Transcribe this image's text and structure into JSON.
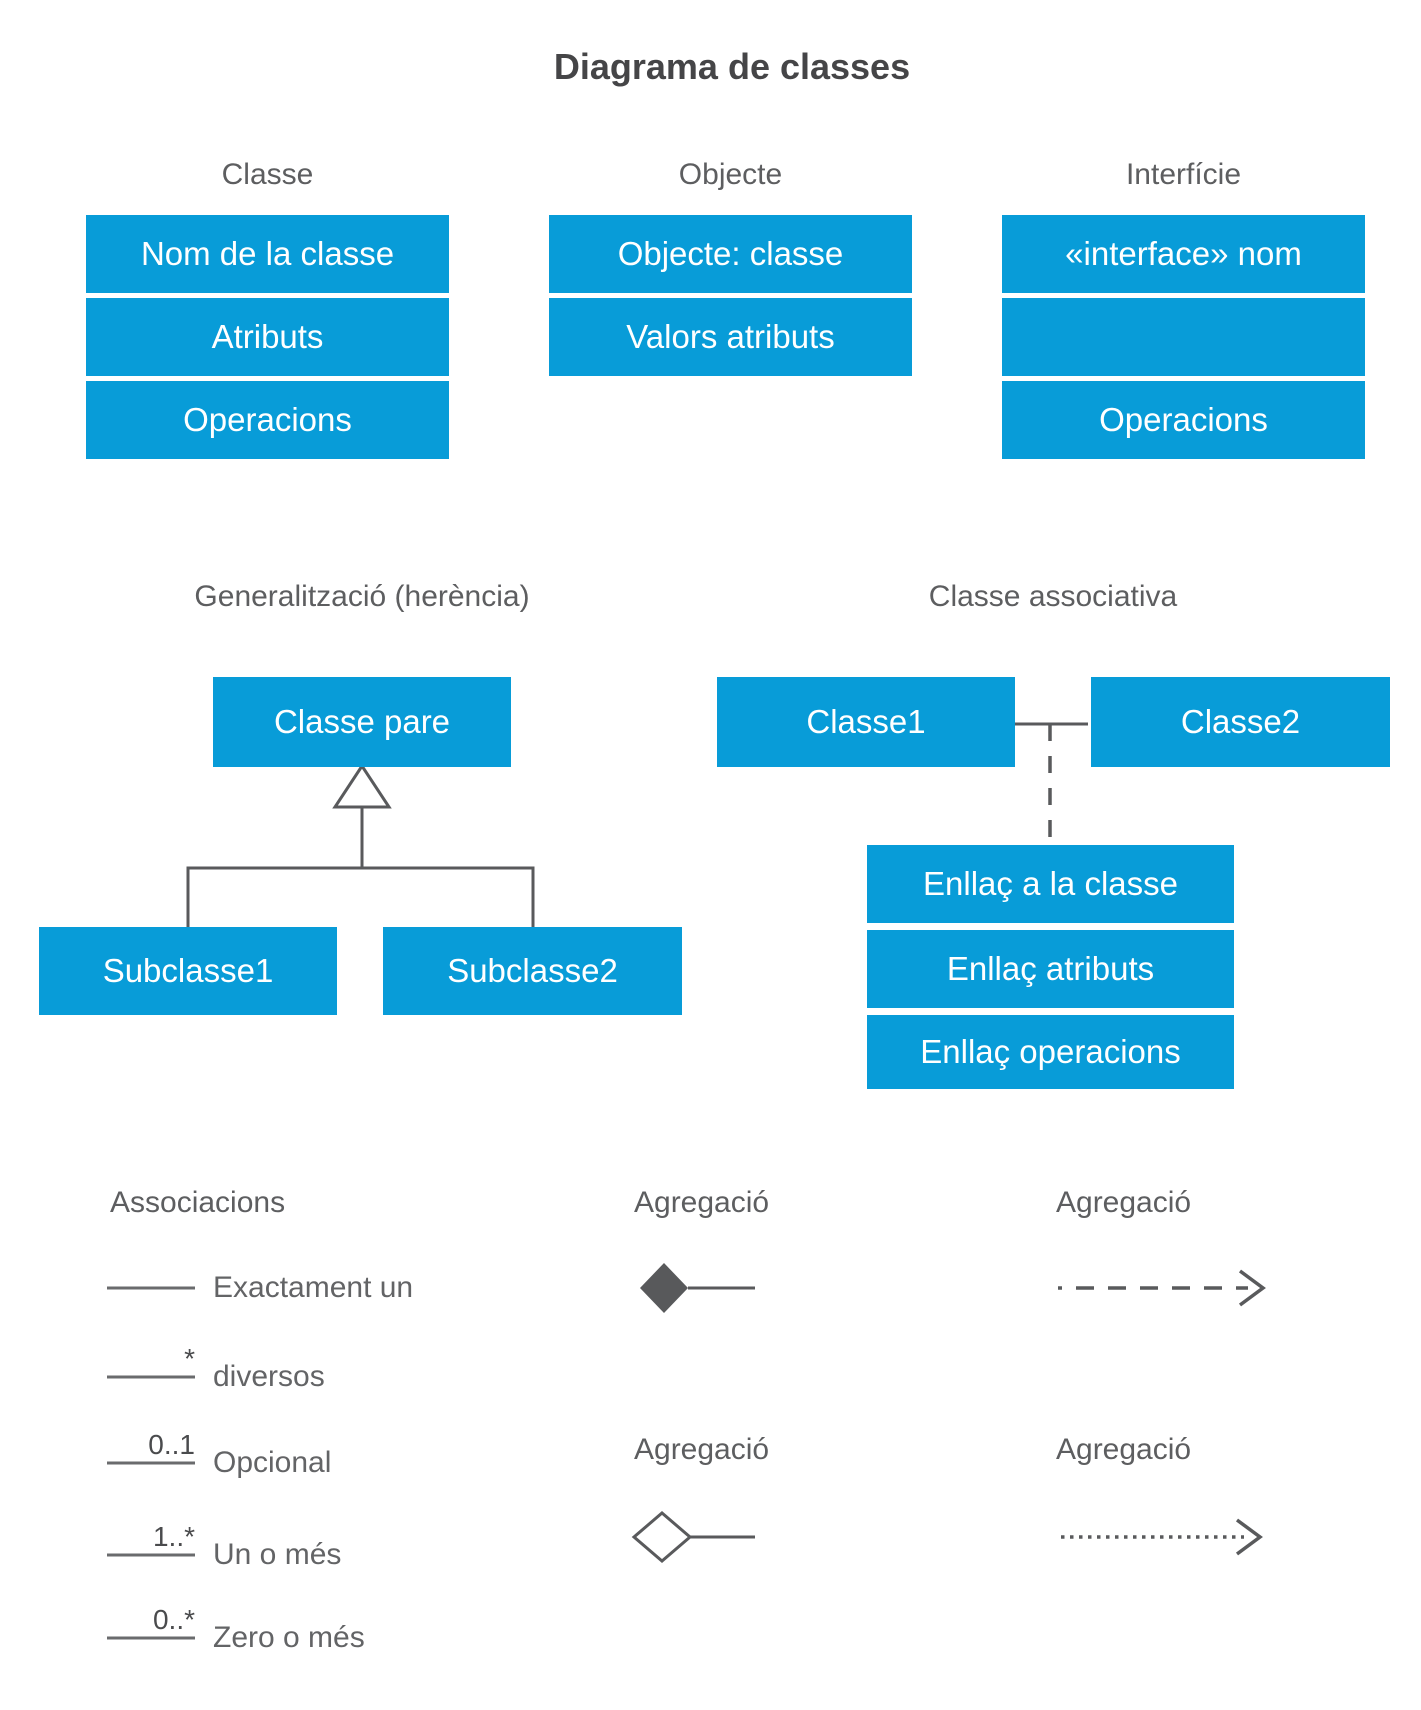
{
  "title": "Diagrama de classes",
  "colors": {
    "box_blue": "#089CD8",
    "box_text": "#FFFFFF",
    "label_gray": "#5D5E60",
    "title_gray": "#454547",
    "shape_gray": "#595A5C"
  },
  "top_sections": [
    {
      "label": "Classe",
      "rows": [
        "Nom de la classe",
        "Atributs",
        "Operacions"
      ]
    },
    {
      "label": "Objecte",
      "rows": [
        "Objecte: classe",
        "Valors atributs"
      ]
    },
    {
      "label": "Interfície",
      "rows": [
        "«interface» nom",
        "",
        "Operacions"
      ]
    }
  ],
  "generalization": {
    "label": "Generalització (herència)",
    "parent": "Classe pare",
    "children": [
      "Subclasse1",
      "Subclasse2"
    ]
  },
  "association_class": {
    "label": "Classe associativa",
    "class1": "Classe1",
    "class2": "Classe2",
    "link_rows": [
      "Enllaç a la classe",
      "Enllaç atributs",
      "Enllaç operacions"
    ]
  },
  "legend": {
    "associations": {
      "label": "Associacions",
      "items": [
        {
          "multiplicity": "",
          "text": "Exactament un"
        },
        {
          "multiplicity": "*",
          "text": "diversos"
        },
        {
          "multiplicity": "0..1",
          "text": "Opcional"
        },
        {
          "multiplicity": "1..*",
          "text": "Un o més"
        },
        {
          "multiplicity": "0..*",
          "text": "Zero o més"
        }
      ]
    },
    "aggregations": [
      {
        "label": "Agregació",
        "symbol": "filled-diamond-line"
      },
      {
        "label": "Agregació",
        "symbol": "dashed-arrow"
      },
      {
        "label": "Agregació",
        "symbol": "hollow-diamond-line"
      },
      {
        "label": "Agregació",
        "symbol": "dotted-arrow"
      }
    ]
  }
}
